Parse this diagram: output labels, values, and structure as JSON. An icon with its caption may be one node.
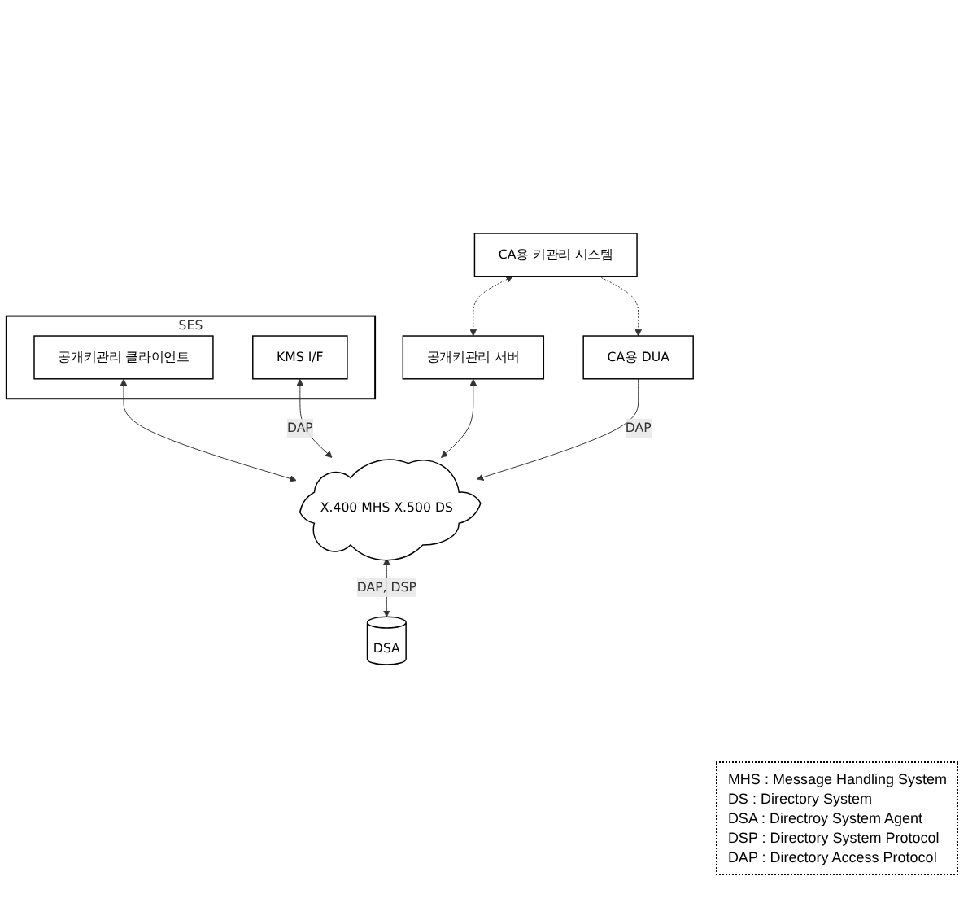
{
  "diagram": {
    "nodes": [
      {
        "text": [
          "SES"
        ]
      },
      {
        "text": [
          "공개키관리 클라이언트"
        ],
        "in": 0
      },
      {
        "text": [
          "KMS I/F"
        ],
        "in": 0
      },
      {
        "text": [
          "X.400 MHS X.500 DS"
        ]
      },
      {
        "text": [
          "DSA"
        ]
      },
      {
        "text": [
          "공개키관리 서버"
        ]
      },
      {
        "text": [
          "CA용 DUA"
        ]
      },
      {
        "text": [
          "CA용 키관리 시스템"
        ]
      }
    ],
    "edges": [
      {
        "from": 1,
        "to": 3,
        "arrow": "both"
      },
      {
        "from": 2,
        "to": 3,
        "arrow": "both",
        "label": "DAP"
      },
      {
        "from": 3,
        "to": 4,
        "arrow": "both",
        "label": "DAP, DSP"
      },
      {
        "from": 5,
        "to": 3,
        "arrow": "both"
      },
      {
        "from": 6,
        "to": 3,
        "arrow": "to",
        "label": "DAP"
      },
      {
        "from": 7,
        "to": 5,
        "arrow": "both",
        "style": "dashed"
      },
      {
        "from": 7,
        "to": 6,
        "arrow": "to",
        "style": "dashed"
      }
    ],
    "labels": [
      "MHS : Message Handling System",
      "DS : Directory System",
      "DSA : Directroy System Agent",
      "DSP : Directory System Protocol",
      "DAP : Directory Access Protocol"
    ]
  }
}
